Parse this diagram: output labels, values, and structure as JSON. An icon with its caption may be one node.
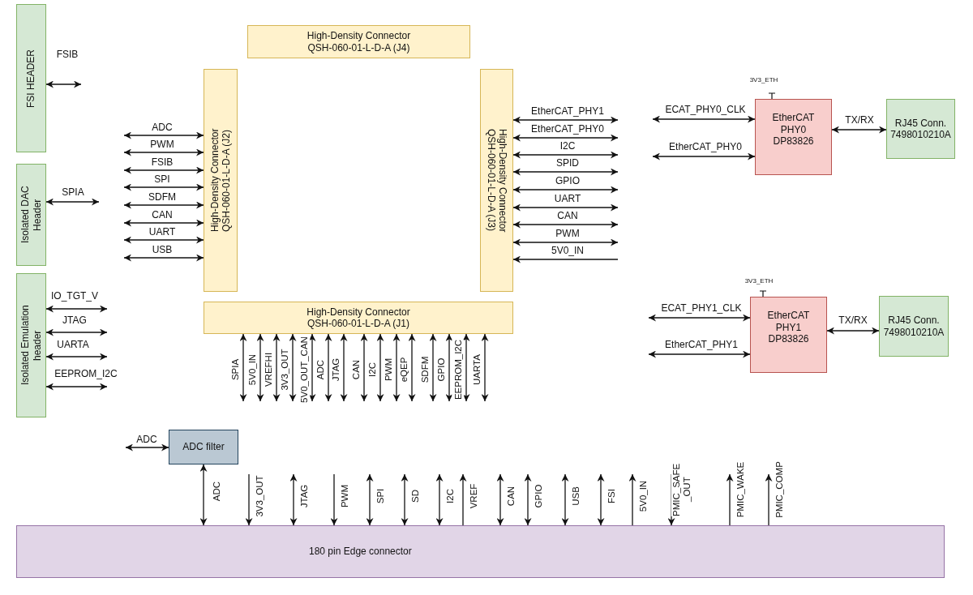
{
  "diagram": {
    "nodes": [
      {
        "text": [
          "FSI HEADER"
        ]
      },
      {
        "text": [
          "Isolated DAC Header"
        ]
      },
      {
        "text": [
          "Isolated Emulation header"
        ]
      },
      {
        "text": [
          "High-Density Connector QSH-060-01-L-D-A (J4)"
        ]
      },
      {
        "text": [
          "High-Density Connector QSH-060-01-L-D-A (J2)"
        ]
      },
      {
        "text": [
          "High-Density Connector QSH-060-01-L-D-A (J3)"
        ]
      },
      {
        "text": [
          "High-Density Connector QSH-060-01-L-D-A (J1)"
        ]
      },
      {
        "text": [
          "EtherCAT PHY0 DP83826"
        ],
        "beside": [
          "3V3_ETH"
        ]
      },
      {
        "text": [
          "RJ45 Conn. 7498010210A"
        ]
      },
      {
        "text": [
          "EtherCAT PHY1 DP83826"
        ],
        "beside": [
          "3V3_ETH"
        ]
      },
      {
        "text": [
          "RJ45 Conn. 7498010210A"
        ]
      },
      {
        "text": [
          "ADC filter"
        ]
      },
      {
        "text": [
          "180 pin Edge connector"
        ]
      }
    ],
    "edges": [
      {
        "from": 0,
        "to": null,
        "arrow": "both",
        "label": "FSIB"
      },
      {
        "from": 1,
        "to": null,
        "arrow": "both",
        "label": "SPIA"
      },
      {
        "from": 2,
        "to": null,
        "arrow": "both",
        "label": "IO_TGT_V"
      },
      {
        "from": 2,
        "to": null,
        "arrow": "both",
        "label": "JTAG"
      },
      {
        "from": 2,
        "to": null,
        "arrow": "both",
        "label": "UARTA"
      },
      {
        "from": 2,
        "to": null,
        "arrow": "both",
        "label": "EEPROM_I2C"
      },
      {
        "from": null,
        "to": 4,
        "arrow": "both",
        "label": "ADC"
      },
      {
        "from": null,
        "to": 4,
        "arrow": "both",
        "label": "PWM"
      },
      {
        "from": null,
        "to": 4,
        "arrow": "both",
        "label": "FSIB"
      },
      {
        "from": null,
        "to": 4,
        "arrow": "both",
        "label": "SPI"
      },
      {
        "from": null,
        "to": 4,
        "arrow": "both",
        "label": "SDFM"
      },
      {
        "from": null,
        "to": 4,
        "arrow": "both",
        "label": "CAN"
      },
      {
        "from": null,
        "to": 4,
        "arrow": "both",
        "label": "UART"
      },
      {
        "from": null,
        "to": 4,
        "arrow": "both",
        "label": "USB"
      },
      {
        "from": 5,
        "to": null,
        "arrow": "both",
        "label": "EtherCAT_PHY1"
      },
      {
        "from": 5,
        "to": null,
        "arrow": "both",
        "label": "EtherCAT_PHY0"
      },
      {
        "from": 5,
        "to": null,
        "arrow": "both",
        "label": "I2C"
      },
      {
        "from": 5,
        "to": null,
        "arrow": "both",
        "label": "SPID"
      },
      {
        "from": 5,
        "to": null,
        "arrow": "both",
        "label": "GPIO"
      },
      {
        "from": 5,
        "to": null,
        "arrow": "both",
        "label": "UART"
      },
      {
        "from": 5,
        "to": null,
        "arrow": "both",
        "label": "CAN"
      },
      {
        "from": 5,
        "to": null,
        "arrow": "both",
        "label": "PWM"
      },
      {
        "from": null,
        "to": 5,
        "arrow": "to",
        "label": "5V0_IN"
      },
      {
        "from": 6,
        "to": null,
        "arrow": "both",
        "label": "SPIA"
      },
      {
        "from": 6,
        "to": null,
        "arrow": "both",
        "label": "5V0_IN"
      },
      {
        "from": 6,
        "to": null,
        "arrow": "both",
        "label": "VREFHI"
      },
      {
        "from": 6,
        "to": null,
        "arrow": "both",
        "label": "3V3_OUT"
      },
      {
        "from": 6,
        "to": null,
        "arrow": "both",
        "label": "5V0_OUT_CAN"
      },
      {
        "from": 6,
        "to": null,
        "arrow": "both",
        "label": "ADC"
      },
      {
        "from": 6,
        "to": null,
        "arrow": "both",
        "label": "JTAG"
      },
      {
        "from": 6,
        "to": null,
        "arrow": "both",
        "label": "CAN"
      },
      {
        "from": 6,
        "to": null,
        "arrow": "both",
        "label": "I2C"
      },
      {
        "from": 6,
        "to": null,
        "arrow": "both",
        "label": "PWM"
      },
      {
        "from": 6,
        "to": null,
        "arrow": "both",
        "label": "eQEP"
      },
      {
        "from": 6,
        "to": null,
        "arrow": "both",
        "label": "SDFM"
      },
      {
        "from": 6,
        "to": null,
        "arrow": "both",
        "label": "GPIO"
      },
      {
        "from": 6,
        "to": null,
        "arrow": "both",
        "label": "EEPROM_I2C"
      },
      {
        "from": 6,
        "to": null,
        "arrow": "both",
        "label": "UARTA"
      },
      {
        "from": null,
        "to": 7,
        "arrow": "both",
        "label": "ECAT_PHY0_CLK"
      },
      {
        "from": null,
        "to": 7,
        "arrow": "both",
        "label": "EtherCAT_PHY0"
      },
      {
        "from": 7,
        "to": 8,
        "arrow": "both",
        "label": "TX/RX"
      },
      {
        "from": null,
        "to": 9,
        "arrow": "both",
        "label": "ECAT_PHY1_CLK"
      },
      {
        "from": null,
        "to": 9,
        "arrow": "both",
        "label": "EtherCAT_PHY1"
      },
      {
        "from": 9,
        "to": 10,
        "arrow": "both",
        "label": "TX/RX"
      },
      {
        "from": null,
        "to": 11,
        "arrow": "both",
        "label": "ADC"
      },
      {
        "from": 11,
        "to": 12,
        "arrow": "both",
        "label": "ADC"
      },
      {
        "from": null,
        "to": 12,
        "arrow": "to",
        "label": "3V3_OUT"
      },
      {
        "from": 12,
        "to": null,
        "arrow": "both",
        "label": "JTAG"
      },
      {
        "from": null,
        "to": 12,
        "arrow": "to",
        "label": "PWM"
      },
      {
        "from": 12,
        "to": null,
        "arrow": "both",
        "label": "SPI"
      },
      {
        "from": 12,
        "to": null,
        "arrow": "both",
        "label": "SD"
      },
      {
        "from": 12,
        "to": null,
        "arrow": "both",
        "label": "I2C"
      },
      {
        "from": 12,
        "to": null,
        "arrow": "to",
        "label": "VREF"
      },
      {
        "from": 12,
        "to": null,
        "arrow": "both",
        "label": "CAN"
      },
      {
        "from": 12,
        "to": null,
        "arrow": "both",
        "label": "GPIO"
      },
      {
        "from": 12,
        "to": null,
        "arrow": "both",
        "label": "USB"
      },
      {
        "from": 12,
        "to": null,
        "arrow": "both",
        "label": "FSI"
      },
      {
        "from": 12,
        "to": null,
        "arrow": "to",
        "label": "5V0_IN"
      },
      {
        "from": null,
        "to": 12,
        "arrow": "to",
        "label": "PMIC_SAFE _OUT"
      },
      {
        "from": 12,
        "to": null,
        "arrow": "to",
        "label": "PMIC_WAKE"
      },
      {
        "from": 12,
        "to": null,
        "arrow": "to",
        "label": "PMIC_COMP"
      }
    ]
  }
}
